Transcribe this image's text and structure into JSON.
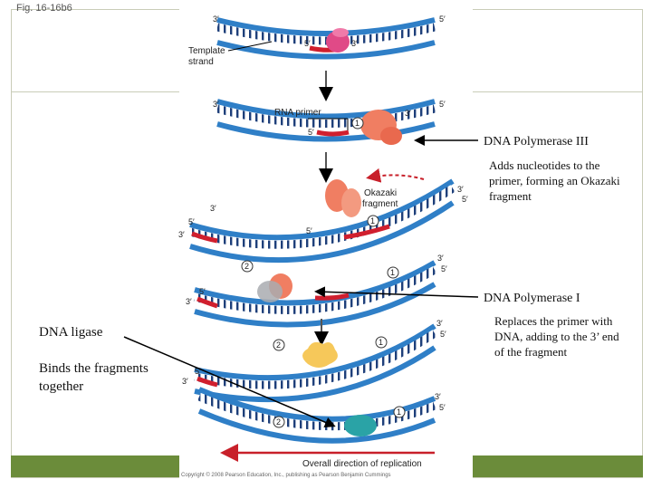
{
  "figure": {
    "label": "Fig. 16-16b6"
  },
  "labels": {
    "template_strand": [
      "Template",
      "strand"
    ],
    "rna_primer": "RNA primer",
    "okazaki": [
      "Okazaki",
      "fragment"
    ],
    "overall_direction": "Overall direction of replication",
    "copyright": "Copyright © 2008 Pearson Education, Inc., publishing as Pearson Benjamin Cummings"
  },
  "ends": {
    "three": "3′",
    "five": "5′"
  },
  "numbers": {
    "one": "1",
    "two": "2"
  },
  "pol3": {
    "title": "DNA Polymerase III",
    "description": "Adds nucleotides to the primer, forming an Okazaki fragment"
  },
  "pol1": {
    "title": "DNA Polymerase I",
    "description": "Replaces the primer with DNA, adding to the 3’ end of the fragment"
  },
  "ligase": {
    "title": "DNA ligase",
    "description": "Binds the fragments together"
  },
  "colors": {
    "strand_blue": "#2f7fc7",
    "rung": "#1e3f7a",
    "primer_red": "#d01f2e",
    "primase_pink": "#e04a87",
    "pol3_orange": "#f07e62",
    "pol1_gray": "#a9abb0",
    "ligase_yellow": "#f6c85a",
    "ligase_teal": "#2aa3a6",
    "panel_green": "#6b8c3a"
  }
}
